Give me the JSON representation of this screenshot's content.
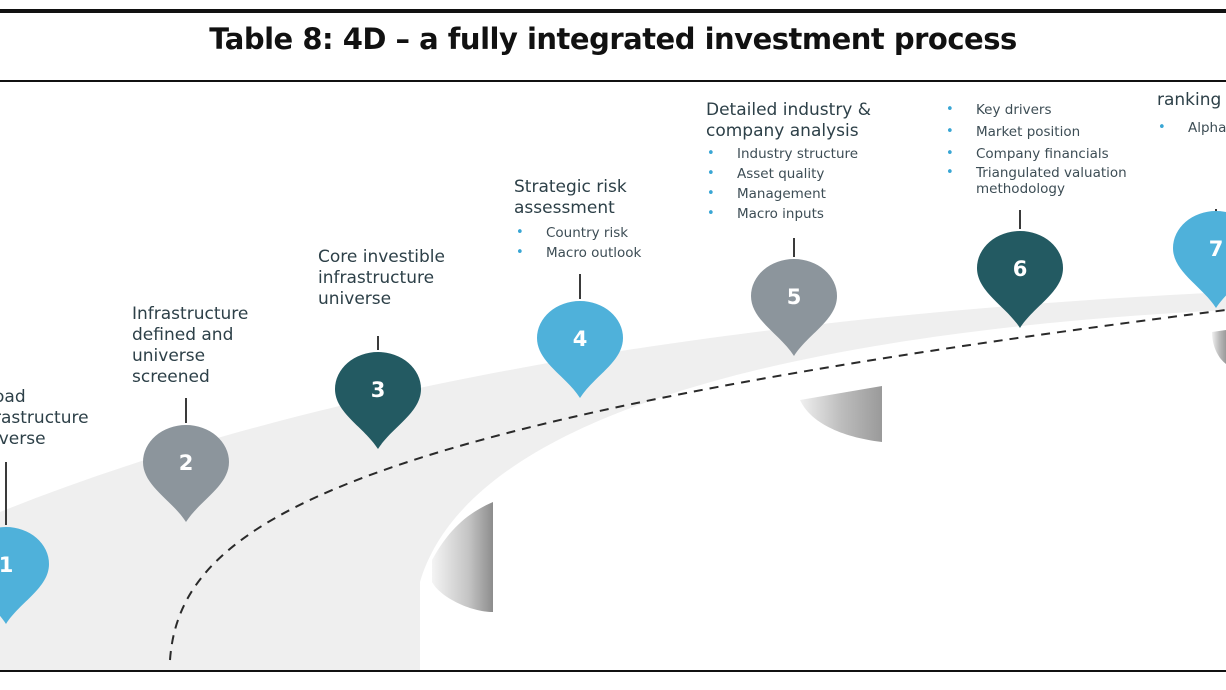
{
  "title": "Table 8: 4D – a fully integrated investment process",
  "colors": {
    "blue": "#4fb1da",
    "grey": "#8c959c",
    "dark_teal": "#235a62",
    "road": "#efefef",
    "text": "#2d4048",
    "bullet": "#39a6d4"
  },
  "steps": [
    {
      "number": "1",
      "label_lines": [
        "oad",
        "rastructure",
        "iverse"
      ],
      "color": "blue",
      "bullets": []
    },
    {
      "number": "2",
      "label_lines": [
        "Infrastructure",
        "defined and",
        "universe",
        "screened"
      ],
      "color": "grey",
      "bullets": []
    },
    {
      "number": "3",
      "label_lines": [
        "Core investible",
        "infrastructure",
        "universe"
      ],
      "color": "dark_teal",
      "bullets": []
    },
    {
      "number": "4",
      "label_lines": [
        "Strategic risk",
        "assessment"
      ],
      "color": "blue",
      "bullets": [
        "Country risk",
        "Macro outlook"
      ]
    },
    {
      "number": "5",
      "label_lines": [
        "Detailed industry &",
        "company analysis"
      ],
      "color": "grey",
      "bullets": [
        "Industry structure",
        "Asset quality",
        "Management",
        "Macro inputs"
      ]
    },
    {
      "number": "6",
      "label_lines": [],
      "color": "dark_teal",
      "bullets": [
        "Key drivers",
        "Market position",
        "Company financials",
        "Triangulated valuation",
        "methodology"
      ]
    },
    {
      "number": "7",
      "label_lines": [
        "ranking"
      ],
      "color": "blue",
      "bullets": [
        "Alpha"
      ]
    }
  ]
}
